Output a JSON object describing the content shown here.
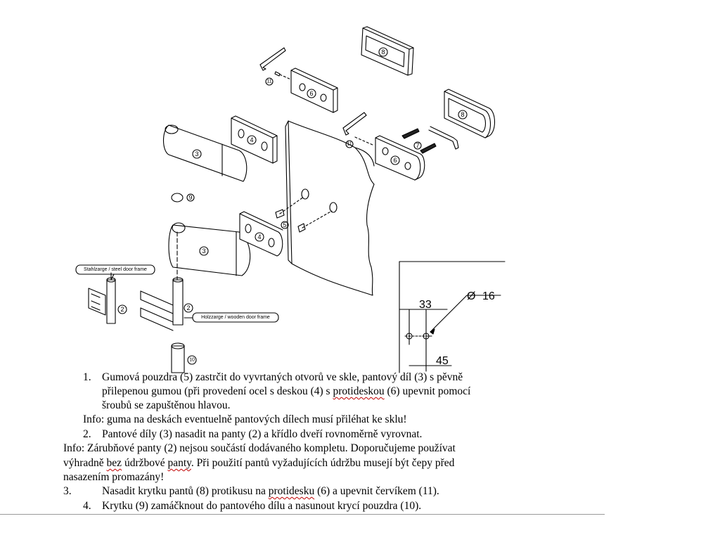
{
  "diagram": {
    "parts": {
      "p2": "2",
      "p3": "3",
      "p4": "4",
      "p5": "5",
      "p6": "6",
      "p7": "7",
      "p8": "8",
      "p9": "9",
      "p10": "10",
      "p11": "11"
    },
    "callouts": {
      "steel_frame": "Stahlzarge / steel door frame",
      "wooden_frame": "Holzzarge / wooden door frame"
    },
    "dimensions": {
      "d33": "33",
      "d45": "45",
      "diameter": "16",
      "diameter_symbol": "Ø"
    }
  },
  "instructions": {
    "n1": "1.",
    "s1_l1": "Gumová pouzdra (5) zastrčit do vyvrtaných otvorů ve skle, pantový díl (3) s pěvně",
    "s1_l2a": "přilepenou gumou (při provedení ocel s deskou (4) s ",
    "s1_l2b": "protideskou",
    "s1_l2c": " (6) upevnit pomocí",
    "s1_l3": "šroubů se zapuštěnou hlavou.",
    "info1": "Info: guma na deskách eventuelně pantových dílech musí přiléhat ke sklu!",
    "n2": "2.",
    "s2": "Pantové díly (3) nasadit na panty (2) a křídlo dveří rovnoměrně vyrovnat.",
    "info2_l1": "Info: Zárubňové panty (2) nejsou součástí dodávaného kompletu. Doporučujeme používat",
    "info2_l2a": "výhradně ",
    "info2_l2b": "bez",
    "info2_l2c": " údržbové ",
    "info2_l2d": "panty",
    "info2_l2e": ". Při použití pantů vyžadujících údržbu musejí být čepy před",
    "info2_l3": "nasazením promazány!",
    "n3": "3.",
    "s3a": "Nasadit krytku pantů (8) protikusu na ",
    "s3b": "protidesku",
    "s3c": " (6) a upevnit červíkem (11).",
    "n4": "4.",
    "s4": "Krytku (9) zamáčknout do pantového dílu a nasunout krycí pouzdra (10)."
  }
}
